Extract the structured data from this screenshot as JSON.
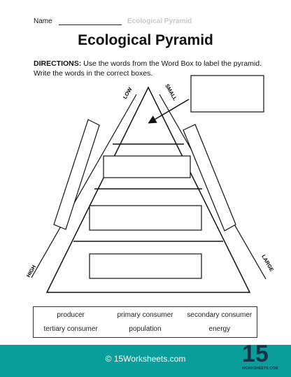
{
  "header": {
    "name_label": "Name",
    "worksheet_title": "Ecological Pyramid"
  },
  "title": "Ecological Pyramid",
  "directions": {
    "label": "DIRECTIONS:",
    "text": " Use the words from the Word Box to label the pyramid. Write the words in the correct boxes."
  },
  "axis": {
    "left_top": "LOW",
    "left_bottom": "HIGH",
    "right_top": "SMALL",
    "right_bottom": "LARGE"
  },
  "word_box": {
    "words": [
      "producer",
      "primary consumer",
      "secondary consumer",
      "tertiary consumer",
      "population",
      "energy"
    ]
  },
  "footer": {
    "text": "© 15Worksheets.com",
    "logo_number": "15",
    "logo_sub": "WORKSHEETS.COM"
  },
  "colors": {
    "footer_bg": "#0a9e9a",
    "logo": "#14324a"
  }
}
